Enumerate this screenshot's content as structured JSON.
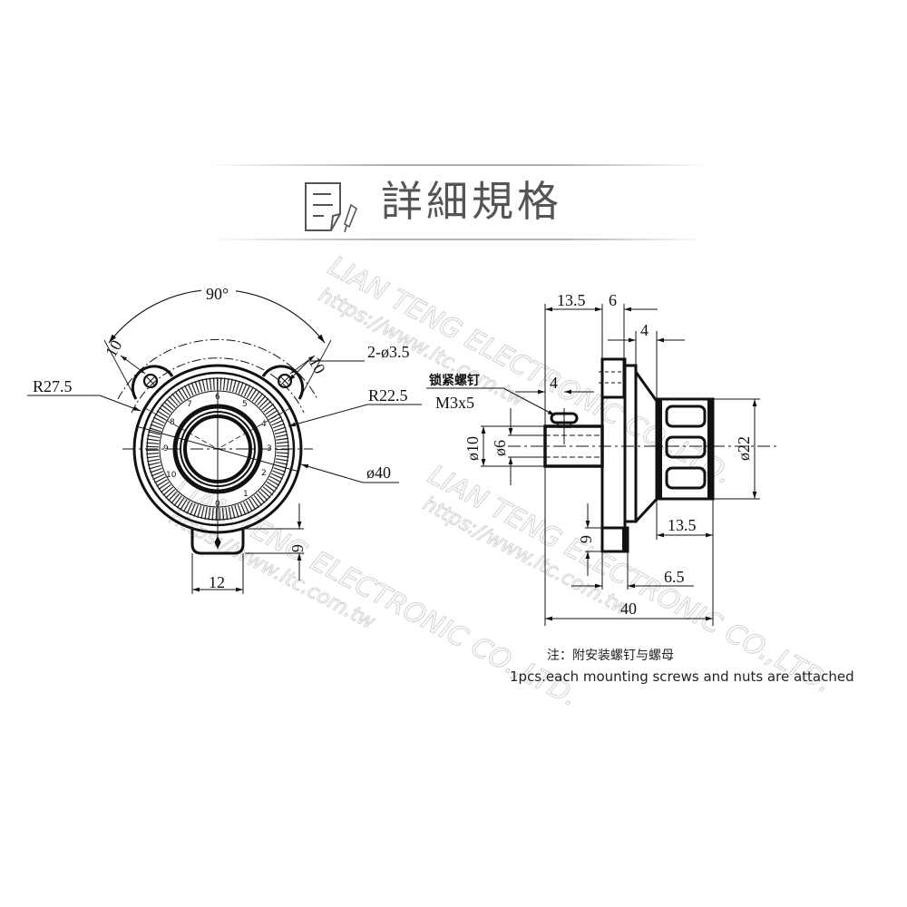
{
  "header": {
    "title": "詳細規格",
    "icon": "document-pen-icon"
  },
  "watermark": {
    "company": "LIAN TENG ELECTRONIC CO.,LTD.",
    "url": "https://www.ltc.com.tw"
  },
  "front_view": {
    "angle_label": "90°",
    "ear_width_left": "10",
    "ear_width_right": "10",
    "hole_label": "2-ø3.5",
    "outer_radius_label": "R27.5",
    "inner_radius_label": "R22.5",
    "diameter_label": "ø40",
    "tab_width": "12",
    "tab_height": "6",
    "scale_numbers": [
      "0",
      "1",
      "2",
      "3",
      "4",
      "5",
      "6",
      "7",
      "8",
      "9",
      "10"
    ]
  },
  "side_view": {
    "dim_top_left": "13.5",
    "dim_top_mid": "6",
    "dim_top_right": "4",
    "screw_offset": "4",
    "screw_label_cn": "锁紧螺钉",
    "screw_label_spec": "M3x5",
    "shaft_outer": "ø10",
    "shaft_inner": "ø6",
    "knob_diameter": "ø22",
    "knob_length": "13.5",
    "tab_height": "6",
    "tab_offset": "6.5",
    "total_length": "40"
  },
  "notes": {
    "cn": "注：附安装螺钉与螺母",
    "en": "1pcs.each mounting screws and nuts are attached"
  }
}
